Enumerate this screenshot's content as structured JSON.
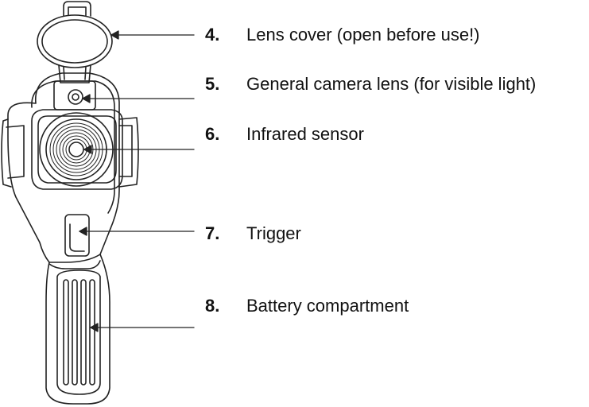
{
  "colors": {
    "ink": "#111111",
    "line": "#222222",
    "background": "#ffffff"
  },
  "callouts": [
    {
      "number": "4.",
      "text": "Lens cover (open before use!)"
    },
    {
      "number": "5.",
      "text": "General camera lens (for visible light)"
    },
    {
      "number": "6.",
      "text": "Infrared sensor"
    },
    {
      "number": "7.",
      "text": "Trigger"
    },
    {
      "number": "8.",
      "text": "Battery compartment"
    }
  ]
}
